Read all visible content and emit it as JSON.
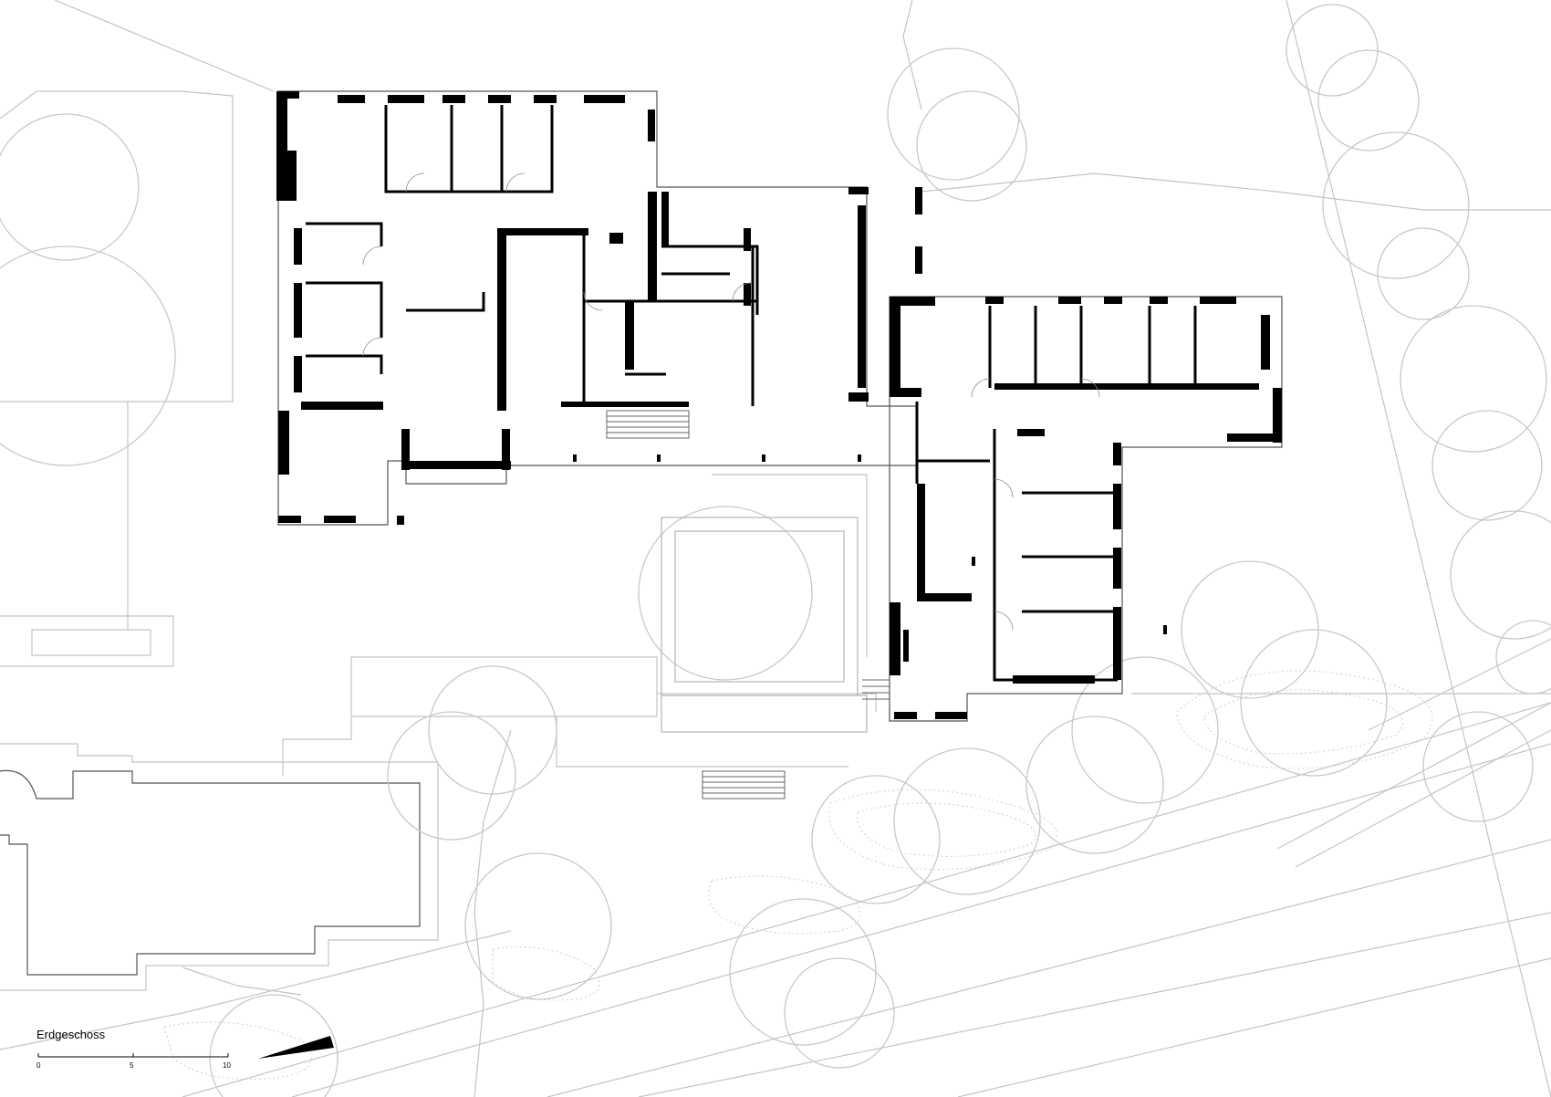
{
  "plan": {
    "title": "Erdgeschoss",
    "scale_ticks": [
      "0",
      "5",
      "10"
    ],
    "icons": [
      "north-arrow-icon",
      "scale-bar-icon"
    ]
  }
}
